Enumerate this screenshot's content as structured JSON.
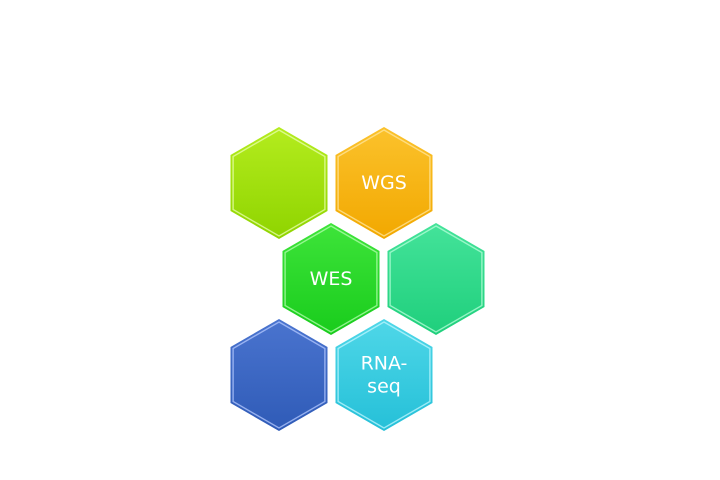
{
  "diagram": {
    "hexagons": [
      {
        "id": "green-1",
        "label_lines": [],
        "color_top": "#b4ec1e",
        "color_bottom": "#8fd400",
        "edge": "#e9ffb0"
      },
      {
        "id": "wgs",
        "label_lines": [
          "WGS"
        ],
        "color_top": "#fbc22c",
        "color_bottom": "#f2a800",
        "edge": "#ffe7a0"
      },
      {
        "id": "wes",
        "label_lines": [
          "WES"
        ],
        "color_top": "#3ee43a",
        "color_bottom": "#19cc1c",
        "edge": "#b6ffb0"
      },
      {
        "id": "teal-1",
        "label_lines": [],
        "color_top": "#44e39a",
        "color_bottom": "#1fcf7c",
        "edge": "#b8ffd9"
      },
      {
        "id": "blue-1",
        "label_lines": [],
        "color_top": "#4a74cf",
        "color_bottom": "#2f5bb7",
        "edge": "#b6c9ff"
      },
      {
        "id": "rna-seq",
        "label_lines": [
          "RNA-",
          "seq"
        ],
        "color_top": "#4fd7e8",
        "color_bottom": "#25c0d8",
        "edge": "#c0f7ff"
      }
    ]
  }
}
